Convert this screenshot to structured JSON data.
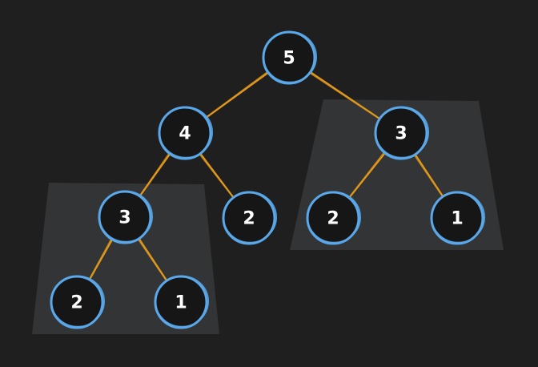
{
  "diagram": {
    "accent_colors": {
      "node_stroke": "#5aa8ea",
      "edge": "#e39a1a",
      "highlight_region": "#333436",
      "background": "#1f1f1f"
    },
    "nodes": [
      {
        "id": "n5",
        "label": "5"
      },
      {
        "id": "n4",
        "label": "4"
      },
      {
        "id": "n3a",
        "label": "3"
      },
      {
        "id": "n2a",
        "label": "2"
      },
      {
        "id": "n1a",
        "label": "1"
      },
      {
        "id": "n2b",
        "label": "2"
      },
      {
        "id": "n3b",
        "label": "3"
      },
      {
        "id": "n2c",
        "label": "2"
      },
      {
        "id": "n1c",
        "label": "1"
      }
    ],
    "edges": [
      {
        "from": "n5",
        "to": "n4"
      },
      {
        "from": "n5",
        "to": "n3b"
      },
      {
        "from": "n4",
        "to": "n3a"
      },
      {
        "from": "n4",
        "to": "n2b"
      },
      {
        "from": "n3a",
        "to": "n2a"
      },
      {
        "from": "n3a",
        "to": "n1a"
      },
      {
        "from": "n3b",
        "to": "n2c"
      },
      {
        "from": "n3b",
        "to": "n1c"
      }
    ],
    "highlighted_subtrees": [
      "n3a",
      "n3b"
    ]
  }
}
